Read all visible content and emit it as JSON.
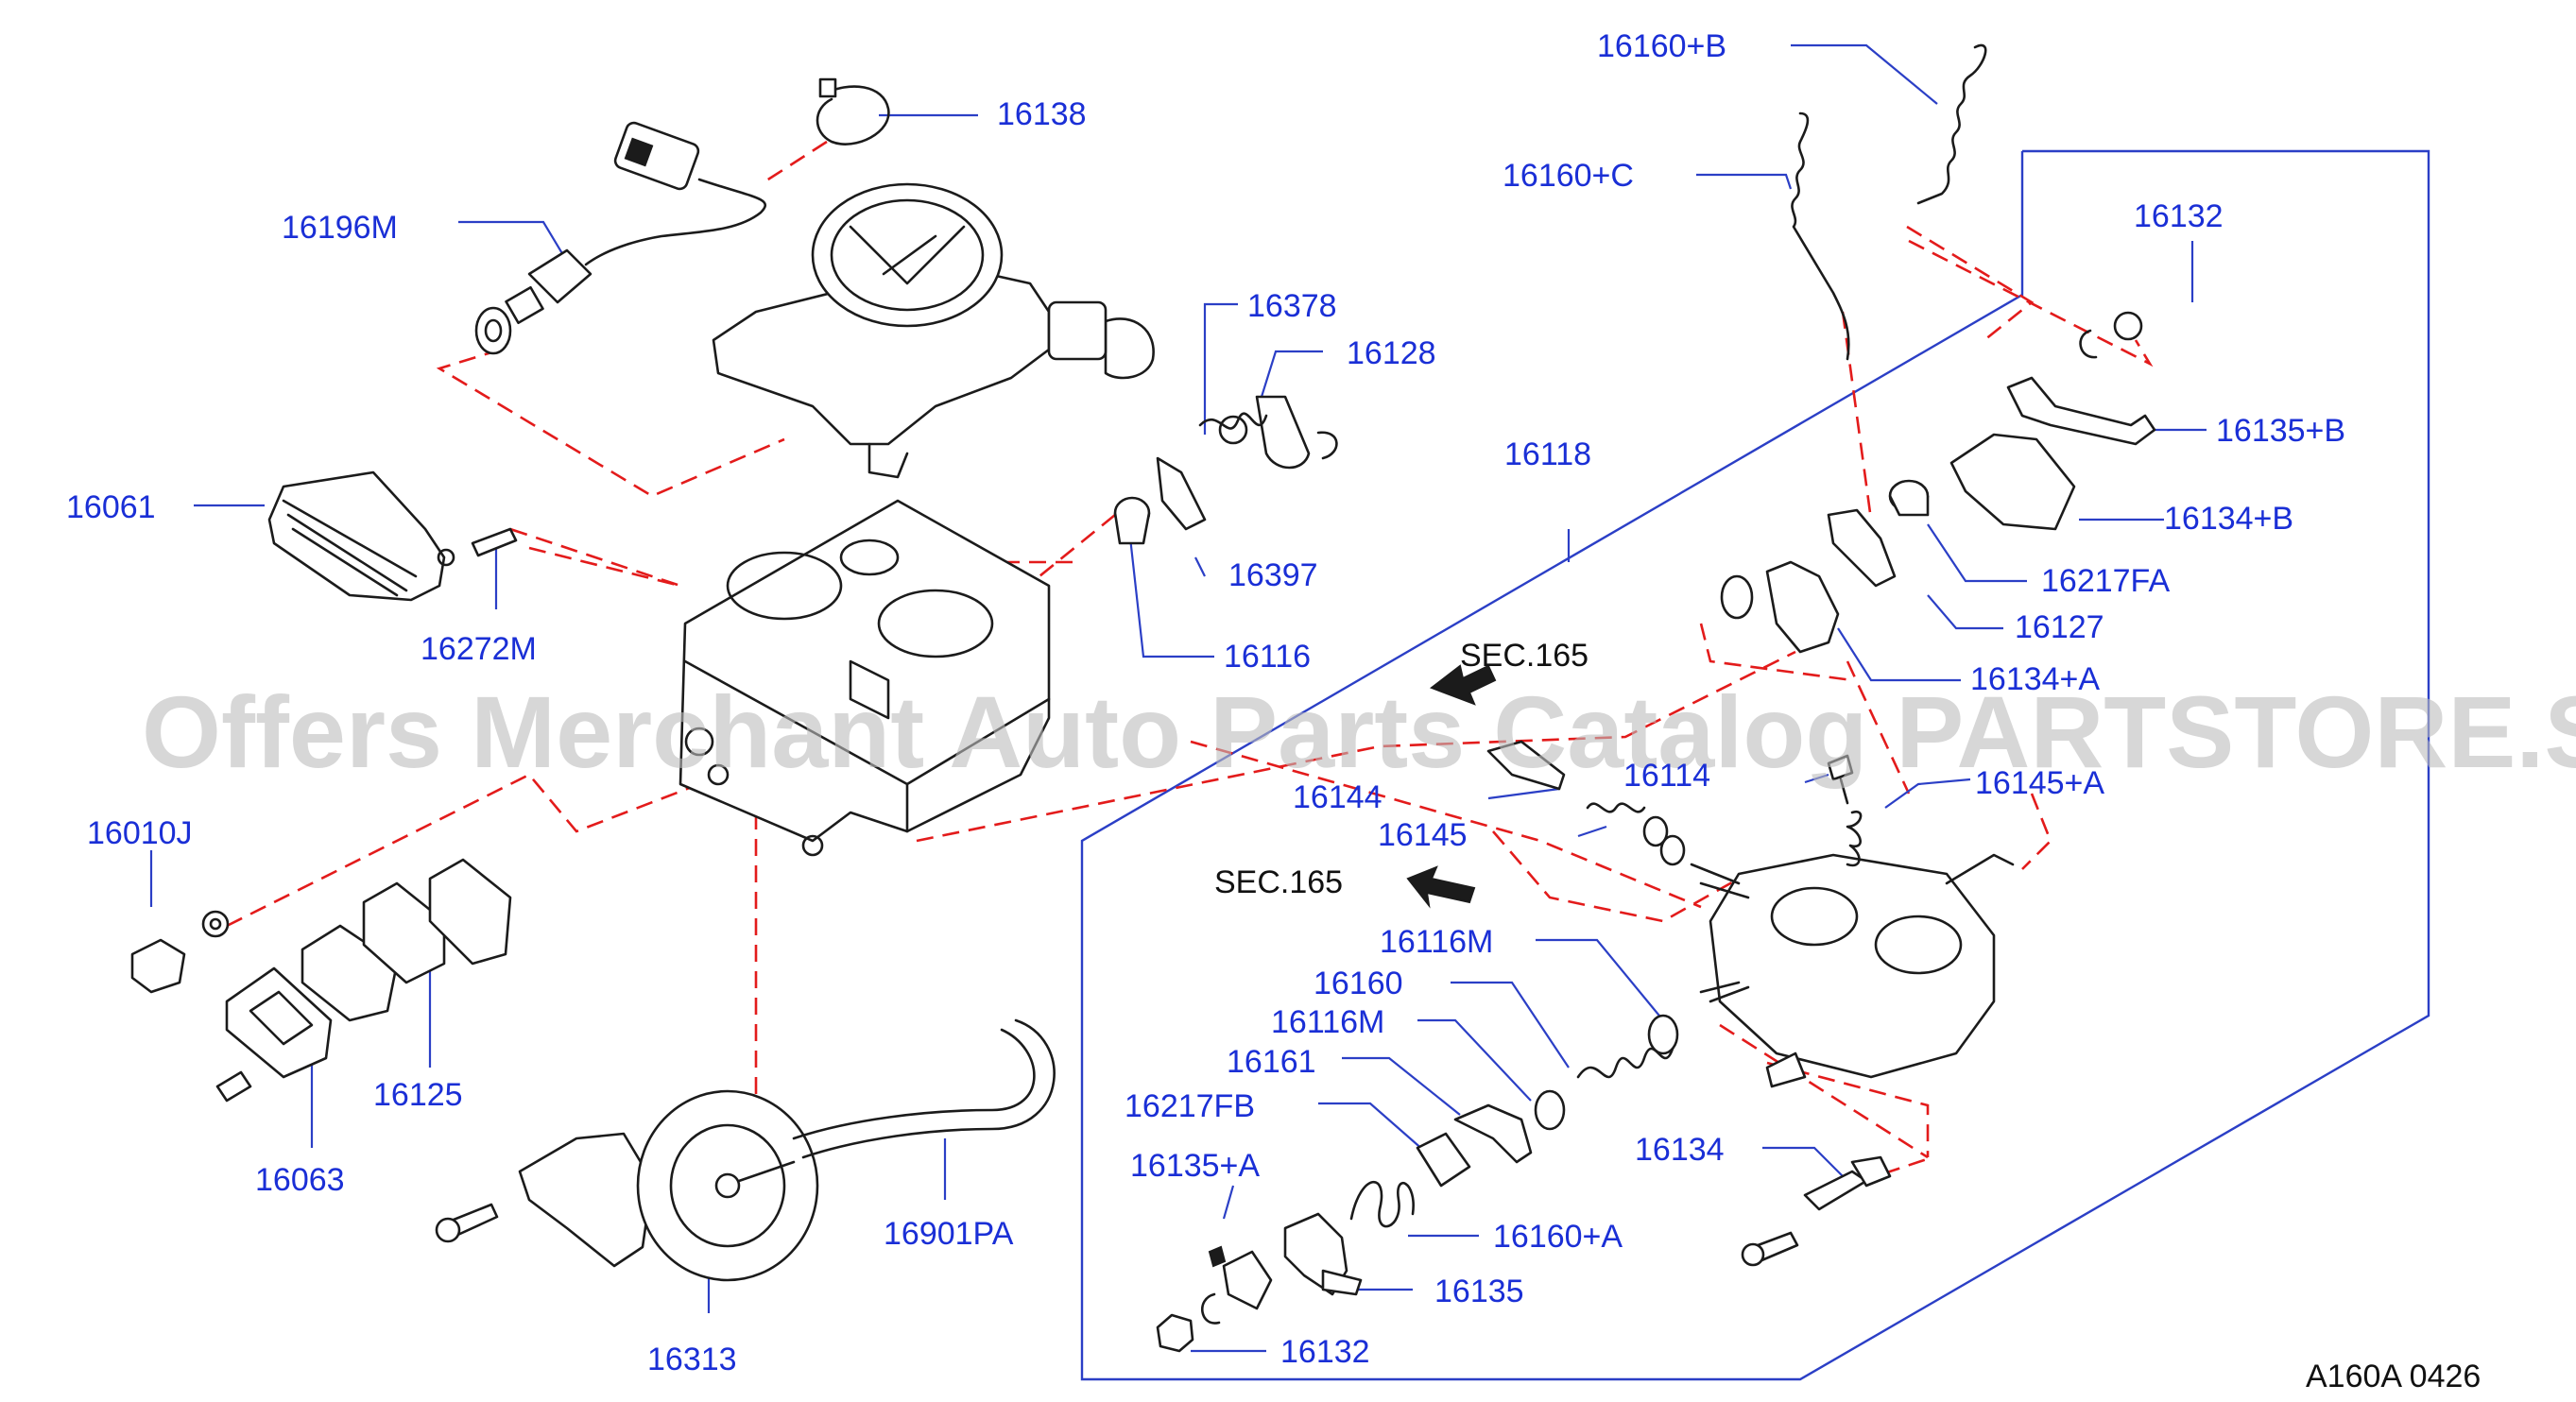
{
  "watermark": "Offers Merchant Auto Parts Catalog PARTSTORE.SA",
  "diagram_code": "A160A  0426",
  "section_refs": [
    "SEC.165",
    "SEC.165"
  ],
  "part_labels": [
    "16138",
    "16196M",
    "16378",
    "16128",
    "16061",
    "16397",
    "16272M",
    "16116",
    "16010J",
    "16125",
    "16063",
    "16313",
    "16901PA",
    "16160+B",
    "16160+C",
    "16132",
    "16135+B",
    "16118",
    "16134+B",
    "16217FA",
    "16127",
    "16134+A",
    "16114",
    "16144",
    "16145+A",
    "16145",
    "16116M",
    "16160",
    "16116M",
    "16161",
    "16217FB",
    "16134",
    "16135+A",
    "16160+A",
    "16135",
    "16132"
  ]
}
